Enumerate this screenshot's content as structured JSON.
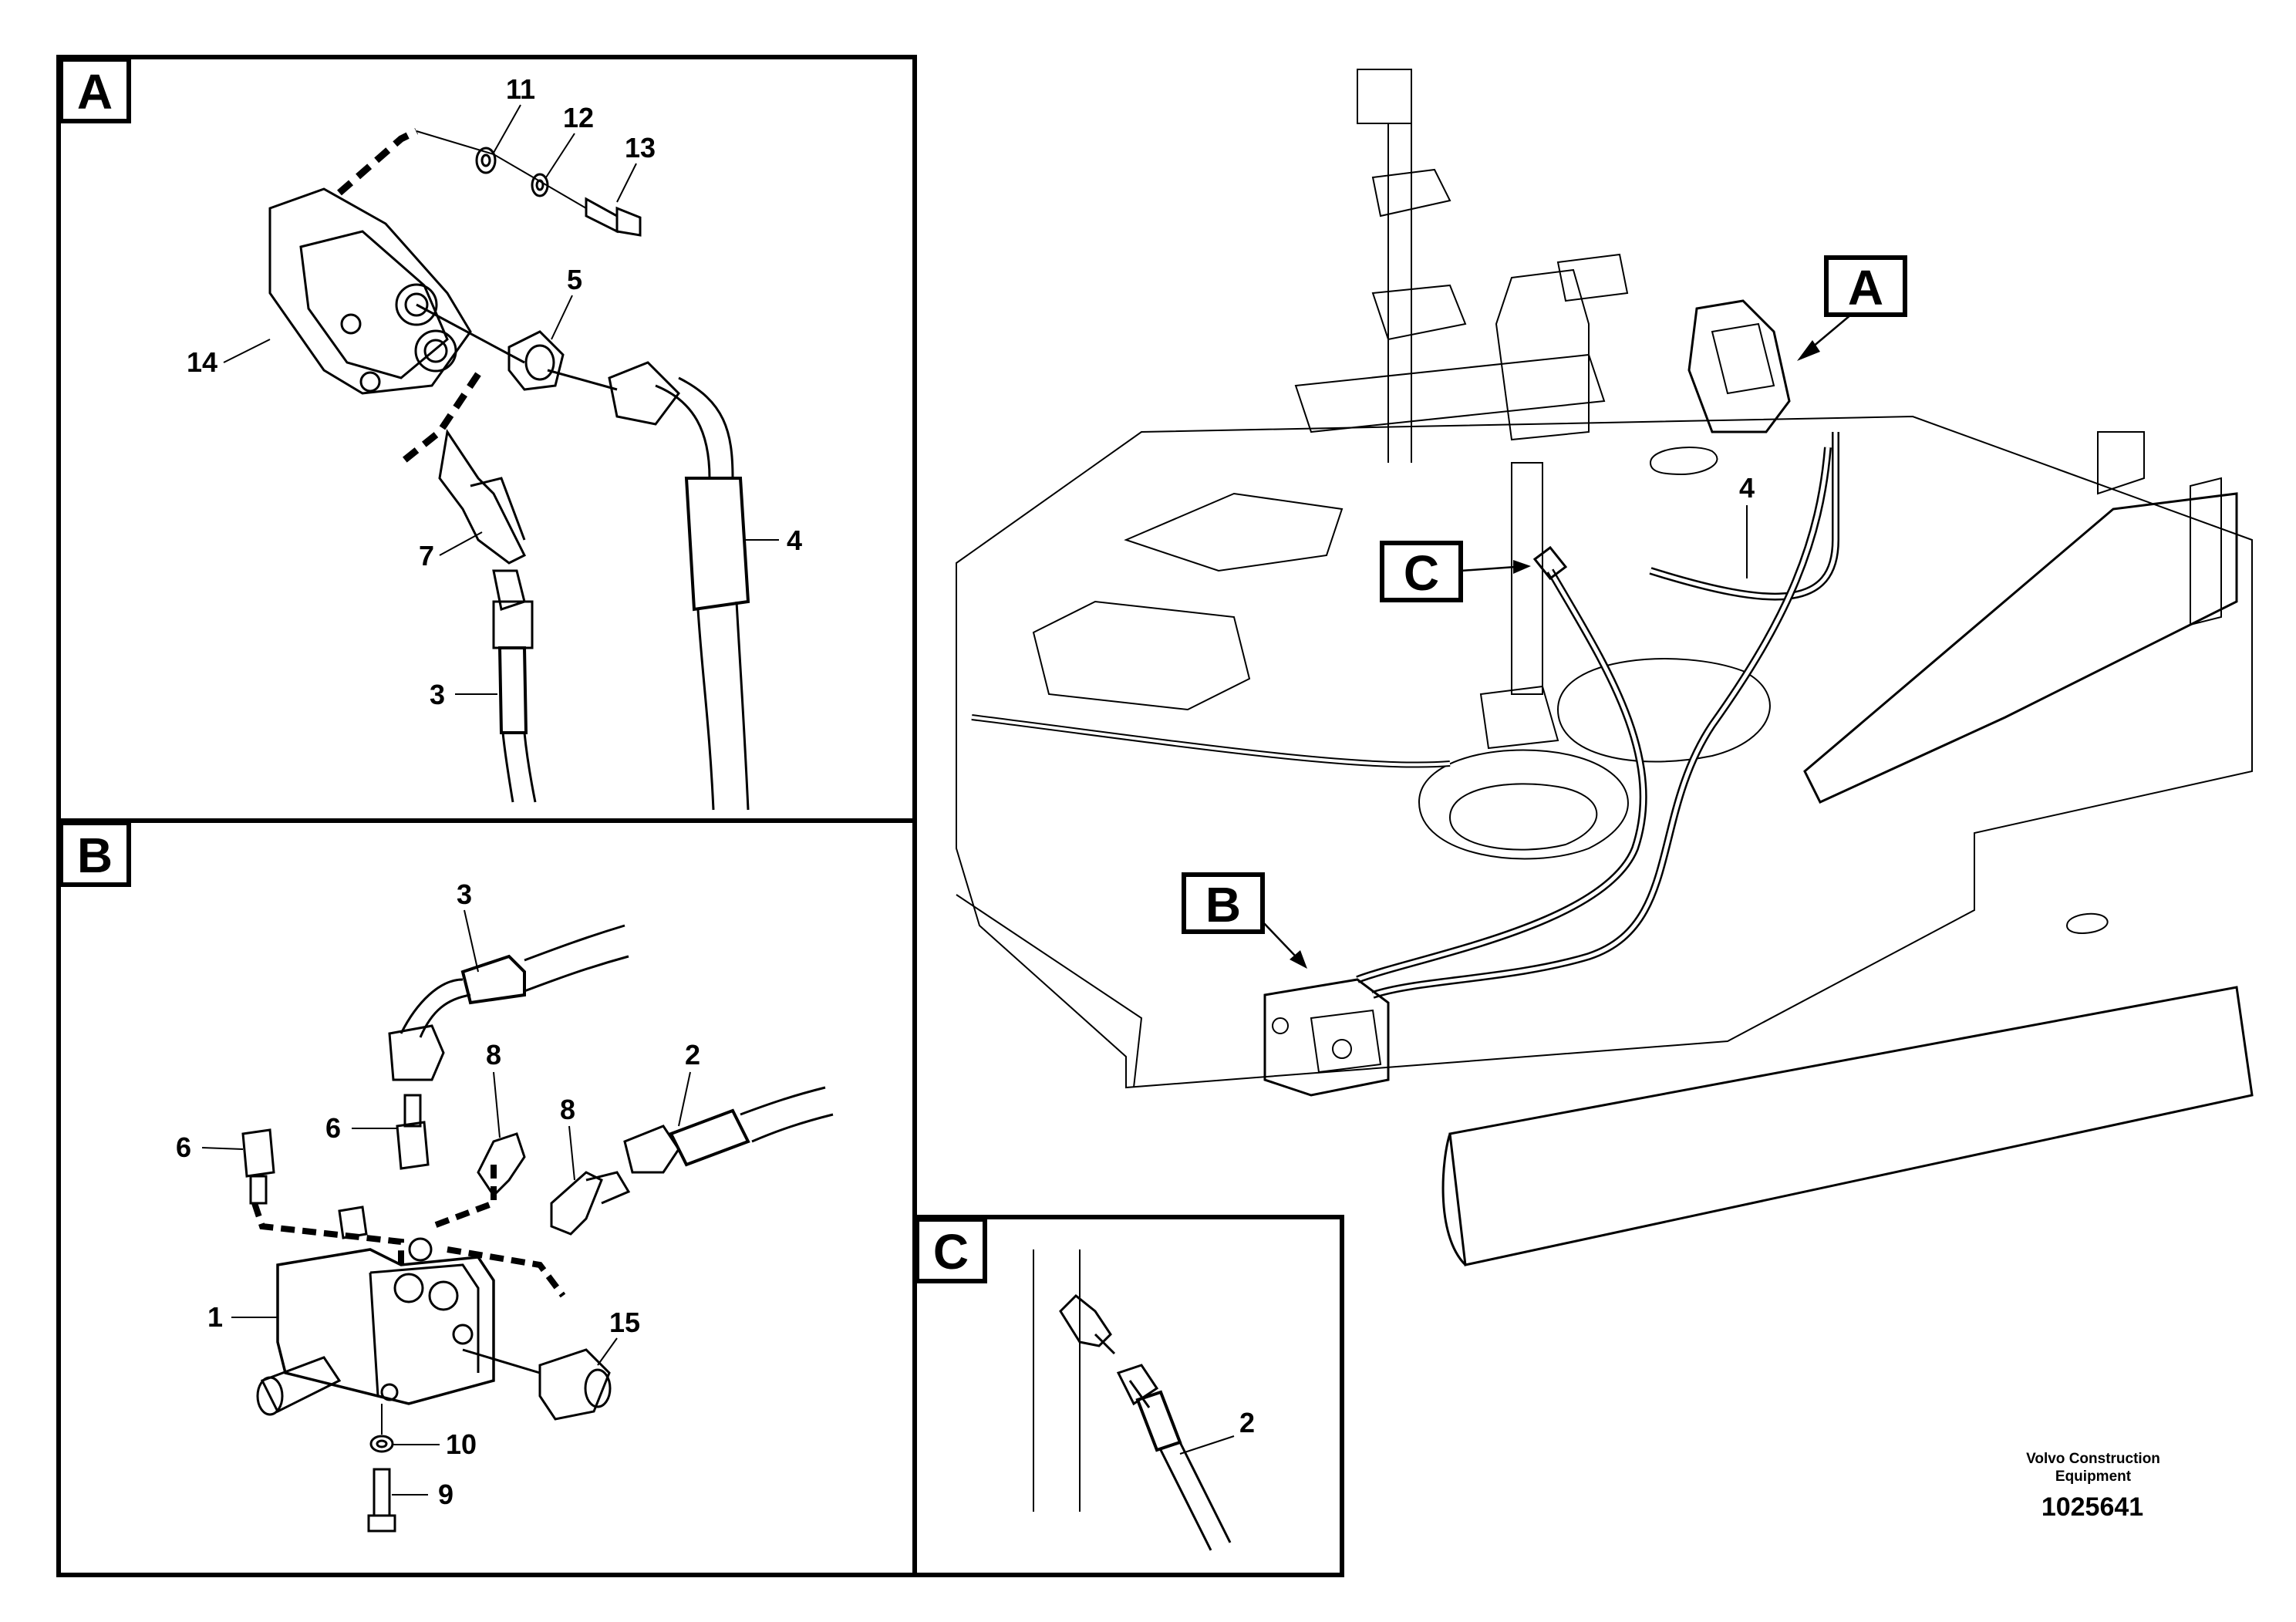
{
  "detail_a": {
    "label": "A",
    "callouts": {
      "c11": "11",
      "c12": "12",
      "c13": "13",
      "c14": "14",
      "c5": "5",
      "c7": "7",
      "c4": "4",
      "c3": "3"
    }
  },
  "detail_b": {
    "label": "B",
    "callouts": {
      "c3": "3",
      "c8a": "8",
      "c8b": "8",
      "c2": "2",
      "c6a": "6",
      "c6b": "6",
      "c1": "1",
      "c15": "15",
      "c10": "10",
      "c9": "9"
    }
  },
  "detail_c": {
    "label": "C",
    "callouts": {
      "c2": "2"
    }
  },
  "overview": {
    "marker_a": "A",
    "marker_b": "B",
    "marker_c": "C",
    "callout_4": "4"
  },
  "footer": {
    "credit_line1": "Volvo Construction",
    "credit_line2": "Equipment",
    "doc_number": "1025641"
  }
}
